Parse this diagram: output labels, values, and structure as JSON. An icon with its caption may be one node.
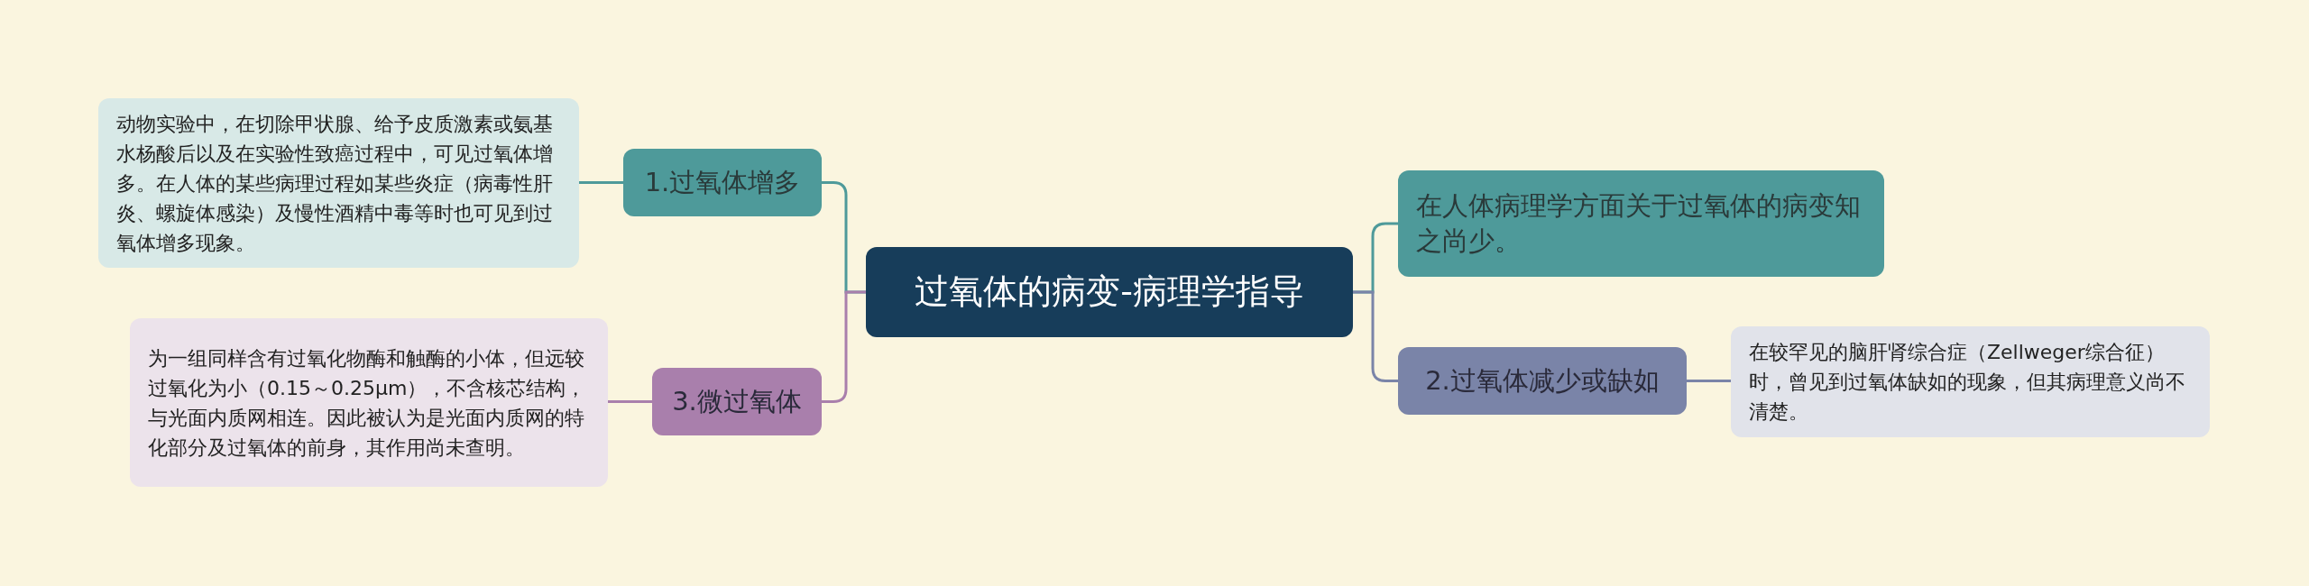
{
  "diagram": {
    "nodes": [
      {
        "text": [
          "过氧体的病变-病理学指导"
        ]
      },
      {
        "text": [
          "1.过氧体增多"
        ]
      },
      {
        "text": [
          "动物实验中，在切除甲状腺、给予皮质激素或氨基水杨酸后以及在实验性致癌过程中，可见过氧体增多。在人体的某些病理过程如某些炎症（病毒性肝炎、螺旋体感染）及慢性酒精中毒等时也可见到过氧体增多现象。"
        ]
      },
      {
        "text": [
          "在人体病理学方面关于过氧体的病变知之尚少。"
        ]
      },
      {
        "text": [
          "2.过氧体减少或缺如"
        ]
      },
      {
        "text": [
          "在较罕见的脑肝肾综合症（Zellweger综合征）时，曾见到过氧体缺如的现象，但其病理意义尚不清楚。"
        ]
      },
      {
        "text": [
          "3.微过氧体"
        ]
      },
      {
        "text": [
          "为一组同样含有过氧化物酶和触酶的小体，但远较过氧化为小（0.15～0.25μm），不含核芯结构，与光面内质网相连。因此被认为是光面内质网的特化部分及过氧体的前身，其作用尚未查明。"
        ]
      }
    ],
    "edges": [
      {
        "from": 0,
        "to": 1,
        "arrow": "none",
        "color": "#4e9a9a"
      },
      {
        "from": 1,
        "to": 2,
        "arrow": "none",
        "color": "#4e9a9a"
      },
      {
        "from": 0,
        "to": 3,
        "arrow": "none",
        "color": "#4e9a9a"
      },
      {
        "from": 0,
        "to": 4,
        "arrow": "none",
        "color": "#7a84a8"
      },
      {
        "from": 4,
        "to": 5,
        "arrow": "none",
        "color": "#7a84a8"
      },
      {
        "from": 0,
        "to": 6,
        "arrow": "none",
        "color": "#a97fac"
      },
      {
        "from": 6,
        "to": 7,
        "arrow": "none",
        "color": "#a97fac"
      }
    ]
  }
}
